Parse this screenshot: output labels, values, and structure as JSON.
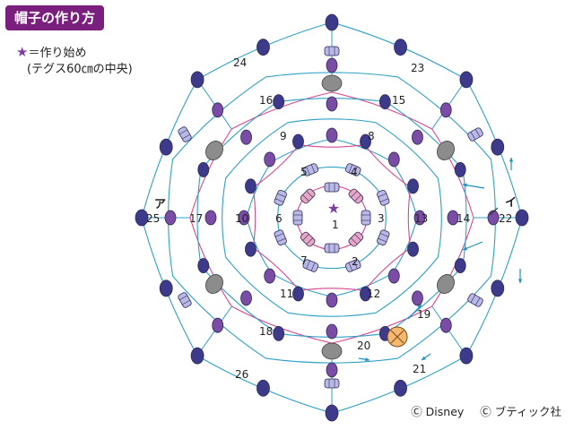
{
  "title": "帽子の作り方",
  "legend": {
    "star_symbol": "★",
    "line1": "＝作り始め",
    "line2": "(テグス60㎝の中央)"
  },
  "copyright": {
    "disney": "Ⓒ Disney",
    "boutique": "Ⓒ ブティック社"
  },
  "labels": {
    "l1": "1",
    "l2": "2",
    "l3": "3",
    "l4": "4",
    "l5": "5",
    "l6": "6",
    "l7": "7",
    "l8": "8",
    "l9": "9",
    "l10": "10",
    "l11": "11",
    "l12": "12",
    "l13": "13",
    "l14": "14",
    "l15": "15",
    "l16": "16",
    "l17": "17",
    "l18": "18",
    "l19": "19",
    "l20": "20",
    "l21": "21",
    "l22": "22",
    "l23": "23",
    "l24": "24",
    "l25": "25",
    "l26": "26",
    "a": "ア",
    "i": "イ"
  },
  "colors": {
    "title_bg": "#7b1f7e",
    "bead_dark": "#3d3a8c",
    "bead_purple": "#7a4ca6",
    "bead_gray": "#8c8c8c",
    "bead_light": "#b9b8e6",
    "bead_pink": "#e8a6c8",
    "bead_orange": "#f4b870",
    "line_blue": "#2ea0c6",
    "line_pink": "#d8468f",
    "arrow": "#1d8fc2",
    "star": "#7b3fa3"
  }
}
